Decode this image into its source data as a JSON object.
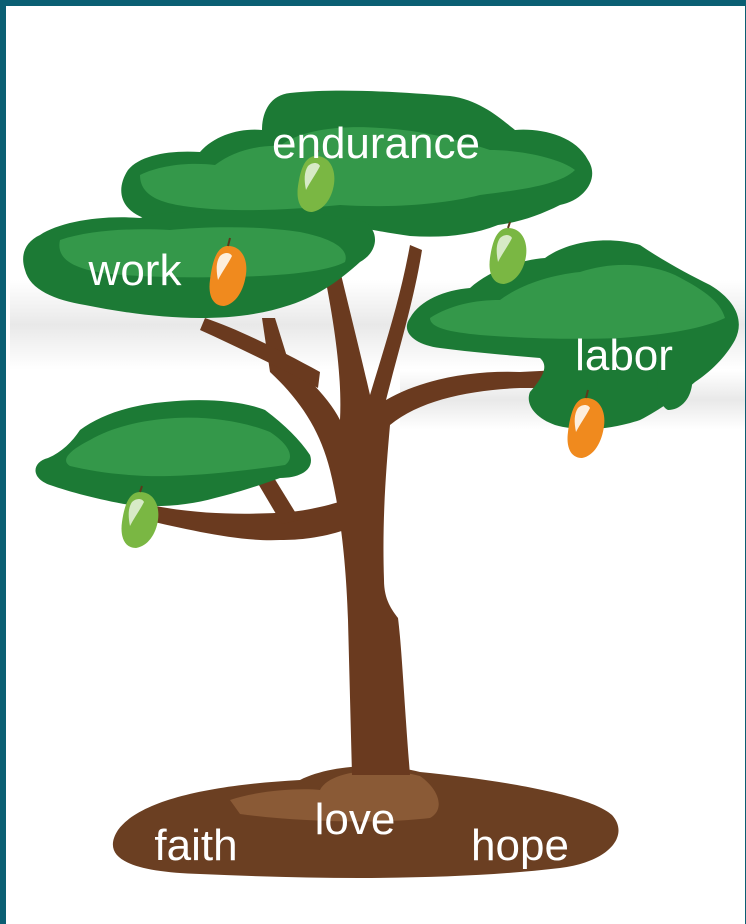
{
  "labels": {
    "endurance": "endurance",
    "work": "work",
    "labor": "labor",
    "faith": "faith",
    "love": "love",
    "hope": "hope"
  },
  "colors": {
    "frame": "#0b5f73",
    "canopy_dark": "#1c7a35",
    "canopy_light": "#34984a",
    "trunk": "#6a3a1f",
    "soil": "#6b3f22",
    "soil_highlight": "#8a5a36",
    "mango_orange": "#f08a1e",
    "mango_green": "#7ab743"
  },
  "icons": {
    "mango_ripe": "orange-mango-icon",
    "mango_unripe": "green-mango-icon"
  }
}
